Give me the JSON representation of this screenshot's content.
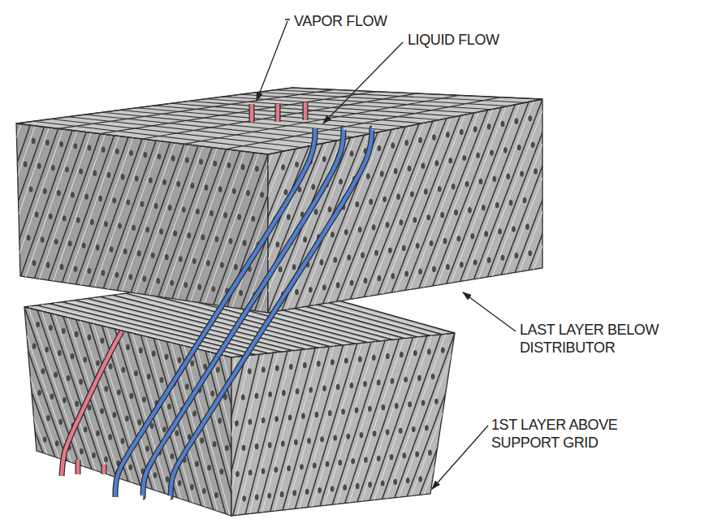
{
  "diagram": {
    "labels": [
      "VAPOR FLOW",
      "LIQUID FLOW",
      "LAST LAYER BELOW DISTRIBUTOR",
      "1ST LAYER ABOVE SUPPORT GRID"
    ]
  }
}
